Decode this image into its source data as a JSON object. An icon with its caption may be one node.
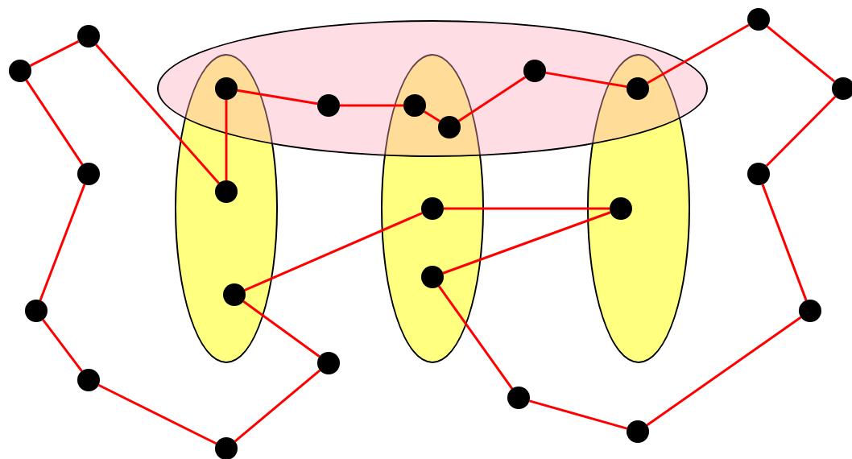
{
  "diagram": {
    "nodes": [
      {
        "text": [],
        "shape": "ellipse"
      },
      {
        "text": [],
        "shape": "ellipse"
      },
      {
        "text": [],
        "shape": "ellipse"
      },
      {
        "text": [],
        "shape": "ellipse"
      },
      {
        "text": [],
        "shape": "circle"
      },
      {
        "text": [],
        "shape": "circle"
      },
      {
        "text": [],
        "shape": "circle"
      },
      {
        "text": [],
        "shape": "circle",
        "in": 0
      },
      {
        "text": [],
        "shape": "circle"
      },
      {
        "text": [],
        "shape": "circle"
      },
      {
        "text": [],
        "shape": "circle"
      },
      {
        "text": [],
        "shape": "circle",
        "in": 0
      },
      {
        "text": [],
        "shape": "circle"
      },
      {
        "text": [],
        "shape": "circle"
      },
      {
        "text": [],
        "shape": "circle"
      },
      {
        "text": [],
        "shape": "circle"
      },
      {
        "text": [],
        "shape": "circle",
        "in": 1
      },
      {
        "text": [],
        "shape": "circle",
        "in": 2
      },
      {
        "text": [],
        "shape": "circle",
        "in": 3
      },
      {
        "text": [],
        "shape": "circle",
        "in": 2
      },
      {
        "text": [],
        "shape": "circle",
        "in": 1
      },
      {
        "text": [],
        "shape": "circle"
      },
      {
        "text": [],
        "shape": "circle"
      },
      {
        "text": [],
        "shape": "circle"
      },
      {
        "text": [],
        "shape": "circle"
      },
      {
        "text": [],
        "shape": "circle"
      },
      {
        "text": [],
        "shape": "circle"
      },
      {
        "text": [],
        "shape": "circle"
      }
    ],
    "edges": [
      {
        "from": 5,
        "to": 6,
        "arrow": "none"
      },
      {
        "from": 6,
        "to": 14,
        "arrow": "none"
      },
      {
        "from": 14,
        "to": 21,
        "arrow": "none"
      },
      {
        "from": 21,
        "to": 24,
        "arrow": "none"
      },
      {
        "from": 24,
        "to": 27,
        "arrow": "none"
      },
      {
        "from": 27,
        "to": 23,
        "arrow": "none"
      },
      {
        "from": 23,
        "to": 20,
        "arrow": "none"
      },
      {
        "from": 20,
        "to": 17,
        "arrow": "none"
      },
      {
        "from": 17,
        "to": 18,
        "arrow": "none"
      },
      {
        "from": 18,
        "to": 19,
        "arrow": "none"
      },
      {
        "from": 19,
        "to": 25,
        "arrow": "none"
      },
      {
        "from": 25,
        "to": 26,
        "arrow": "none"
      },
      {
        "from": 26,
        "to": 22,
        "arrow": "none"
      },
      {
        "from": 22,
        "to": 15,
        "arrow": "none"
      },
      {
        "from": 15,
        "to": 10,
        "arrow": "none"
      },
      {
        "from": 10,
        "to": 4,
        "arrow": "none"
      },
      {
        "from": 4,
        "to": 9,
        "arrow": "none"
      },
      {
        "from": 9,
        "to": 7,
        "arrow": "none"
      },
      {
        "from": 7,
        "to": 13,
        "arrow": "none"
      },
      {
        "from": 13,
        "to": 12,
        "arrow": "none"
      },
      {
        "from": 12,
        "to": 11,
        "arrow": "none"
      },
      {
        "from": 11,
        "to": 8,
        "arrow": "none"
      },
      {
        "from": 8,
        "to": 16,
        "arrow": "none"
      },
      {
        "from": 16,
        "to": 5,
        "arrow": "none"
      }
    ]
  }
}
